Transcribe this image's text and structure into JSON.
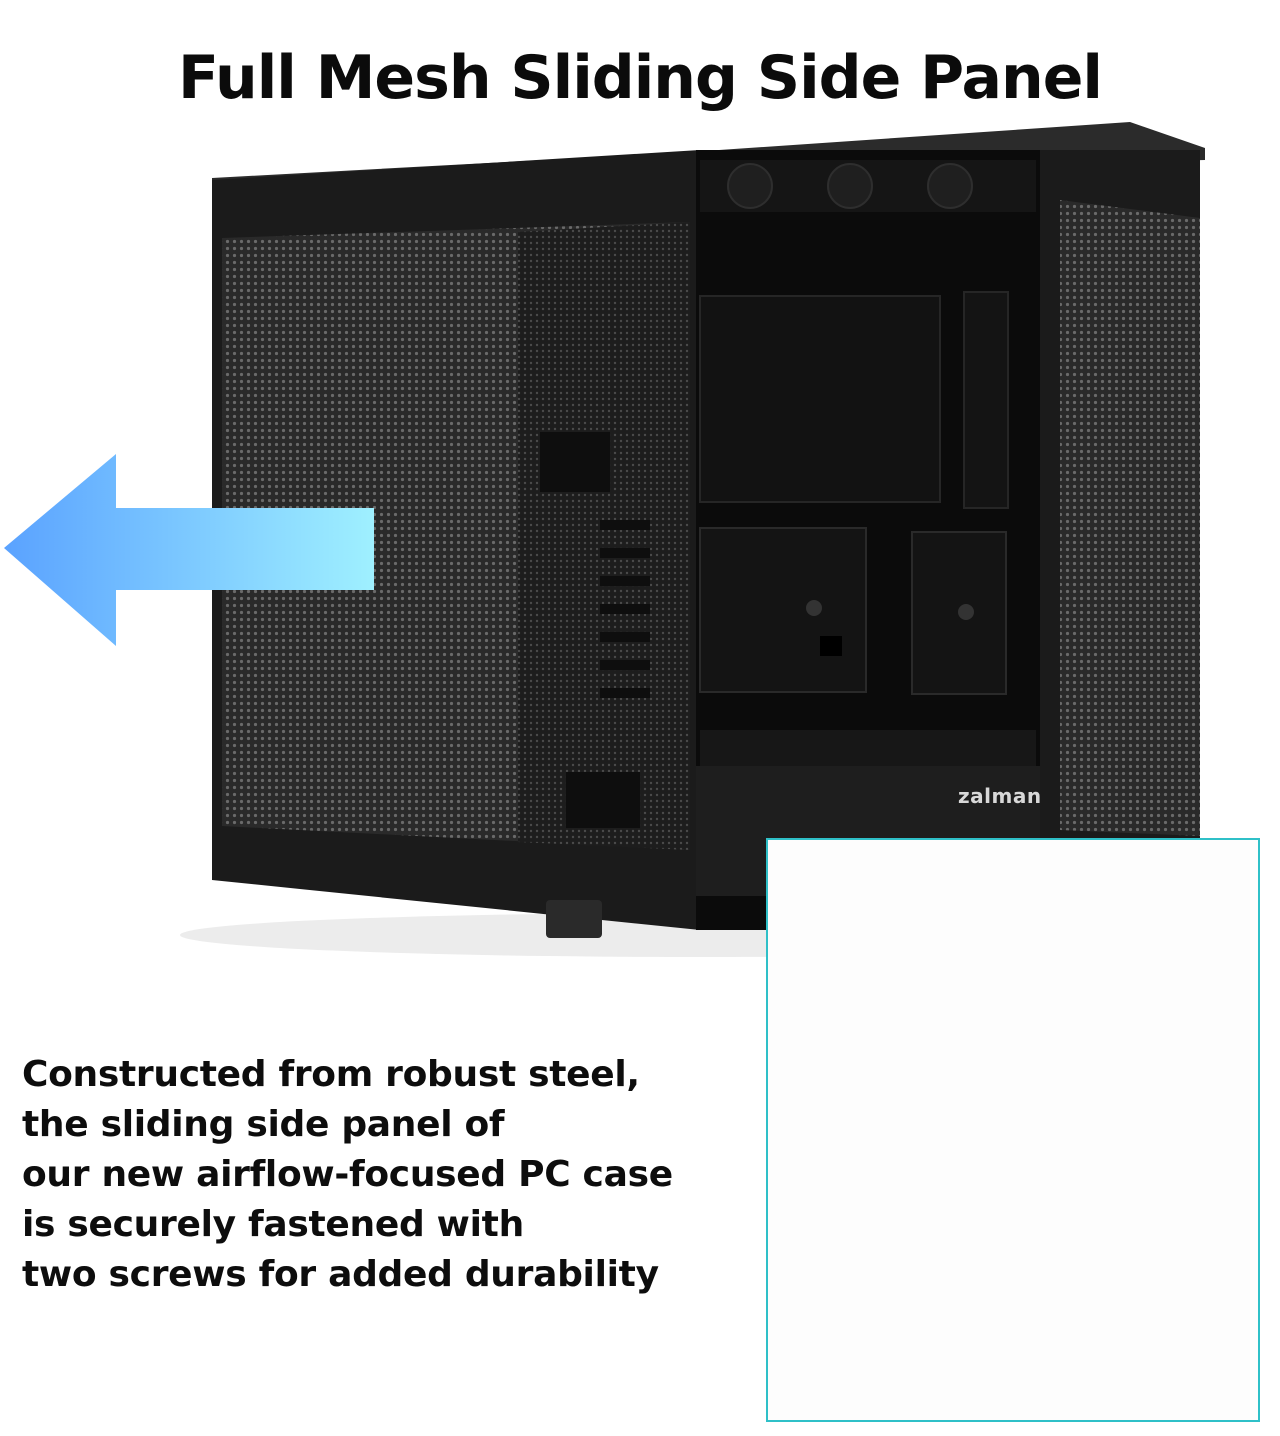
{
  "header": {
    "title": "Full Mesh Sliding Side Panel"
  },
  "product": {
    "brand_label": "zalman"
  },
  "description": {
    "lines": [
      "Constructed from robust steel,",
      "the sliding side panel of",
      "our new airflow-focused PC case",
      "is securely fastened with",
      "two screws for added durability"
    ]
  },
  "colors": {
    "arrow_gradient_start": "#5aa2ff",
    "arrow_gradient_end": "#9ff0ff",
    "inset_border": "#2fc0c8",
    "case_body": "#1a1a1a"
  },
  "icons": {
    "slide_direction": "left-arrow-icon",
    "screw_detail": "magnifier-callout-icon"
  }
}
